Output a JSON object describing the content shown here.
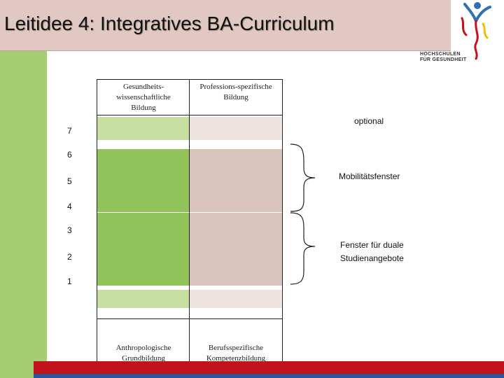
{
  "header": {
    "title": "Leitidee 4:  Integratives  BA-Curriculum"
  },
  "logo": {
    "line1": "HOCHSCHULEN",
    "line2": "FÜR GESUNDHEIT"
  },
  "table": {
    "col1_header": "Gesundheits-wissenschaftliche Bildung",
    "col1_header_lines": [
      "Gesundheits-",
      "wissenschaftliche",
      "Bildung"
    ],
    "col2_header_lines": [
      "Professions-spezifische",
      "Bildung"
    ],
    "col1_footer_lines": [
      "Anthropologische",
      "Grundbildung"
    ],
    "col2_footer_lines": [
      "Berufsspezifische",
      "Kompetenzbildung"
    ],
    "semesters": [
      "7",
      "6",
      "5",
      "4",
      "3",
      "2",
      "1"
    ]
  },
  "annotations": {
    "optional": "optional",
    "mobility": "Mobilitätsfenster",
    "dual_line1": "Fenster für duale",
    "dual_line2": "Studienangebote"
  },
  "colors": {
    "title_bar": "#e2c8c2",
    "green_strip": "#a3cf72",
    "green_cell": "#92c35a",
    "light_green": "#c7e0a2",
    "pink_cell": "#dbc3bd",
    "light_pink": "#efe3e0",
    "red_band": "#c0131e",
    "blue_band": "#2f5597"
  }
}
